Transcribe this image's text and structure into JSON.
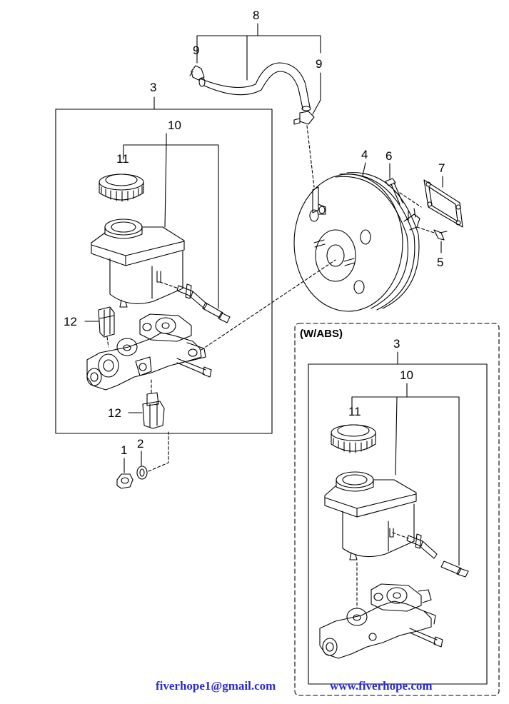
{
  "callouts": {
    "c1": "1",
    "c2": "2",
    "c3": "3",
    "c4": "4",
    "c5": "5",
    "c6": "6",
    "c7": "7",
    "c8": "8",
    "c9a": "9",
    "c9b": "9",
    "c10": "10",
    "c11": "11",
    "c12a": "12",
    "c12b": "12"
  },
  "abs_section": {
    "title": "(W/ABS)",
    "c3": "3",
    "c10": "10",
    "c11": "11"
  },
  "footer": {
    "email": "fiverhope1@gmail.com",
    "website": "www.fiverhope.com"
  },
  "colors": {
    "line": "#000000",
    "footer_text": "#2a2ad6"
  }
}
